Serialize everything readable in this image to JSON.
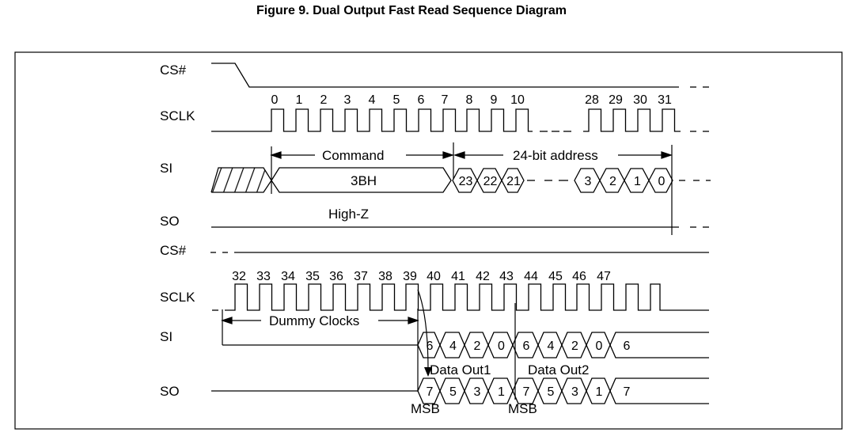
{
  "title": "Figure 9. Dual Output Fast Read Sequence Diagram",
  "signals": {
    "top": [
      "CS#",
      "SCLK",
      "SI",
      "SO"
    ],
    "bottom": [
      "CS#",
      "SCLK",
      "SI",
      "SO"
    ]
  },
  "clock_numbers_top": [
    "0",
    "1",
    "2",
    "3",
    "4",
    "5",
    "6",
    "7",
    "8",
    "9",
    "10",
    "28",
    "29",
    "30",
    "31"
  ],
  "clock_numbers_bottom": [
    "32",
    "33",
    "34",
    "35",
    "36",
    "37",
    "38",
    "39",
    "40",
    "41",
    "42",
    "43",
    "44",
    "45",
    "46",
    "47"
  ],
  "labels": {
    "command": "Command",
    "address": "24-bit address",
    "cmd_value": "3BH",
    "high_z": "High-Z",
    "dummy": "Dummy Clocks",
    "data_out1": "Data Out1",
    "data_out2": "Data Out2",
    "msb": "MSB"
  },
  "si_address_bits": [
    "23",
    "22",
    "21",
    "3",
    "2",
    "1",
    "0"
  ],
  "si_data_bits": [
    "6",
    "4",
    "2",
    "0",
    "6",
    "4",
    "2",
    "0",
    "6"
  ],
  "so_data_bits": [
    "7",
    "5",
    "3",
    "1",
    "7",
    "5",
    "3",
    "1",
    "7"
  ]
}
